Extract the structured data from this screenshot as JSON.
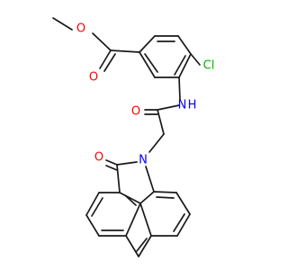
{
  "molecule": {
    "atoms": {
      "O_ester_single": "O",
      "O_ester_double": "O",
      "Cl": "Cl",
      "NH": "N H",
      "O_amide": "O",
      "N_ring": "N",
      "O_lactam": "O"
    },
    "colors": {
      "bond": "#1a1a1a",
      "oxygen": "#ff0000",
      "nitrogen": "#0000ff",
      "chlorine": "#00b400"
    }
  }
}
